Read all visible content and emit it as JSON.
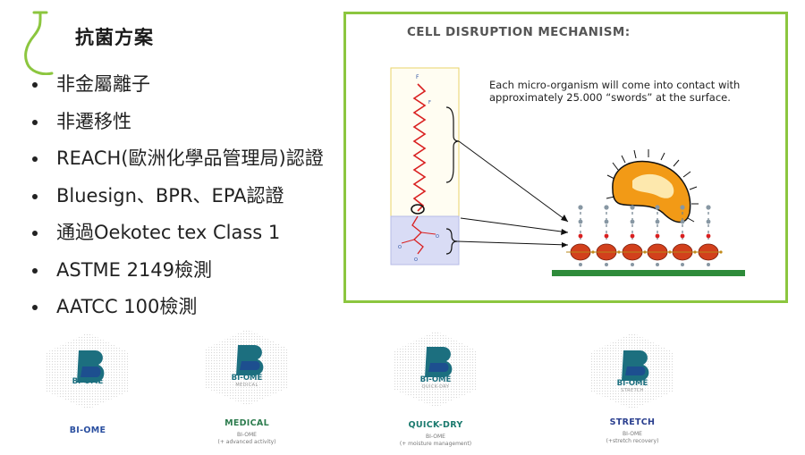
{
  "slide": {
    "title": "抗菌方案"
  },
  "bullets": [
    "非金屬離子",
    "非遷移性",
    "REACH(歐洲化學品管理局)認證",
    "Bluesign、BPR、EPA認證",
    "通過Oekotec tex Class 1",
    "ASTME 2149檢測",
    "AATCC 100檢測"
  ],
  "figure": {
    "title": "CELL DISRUPTION MECHANISM:",
    "caption": "Each micro-organism will come into contact with approximately 25.000 “swords” at the surface."
  },
  "products": [
    {
      "logo_text": "BI-OME",
      "logo_sub": "",
      "name": "BI-OME",
      "note1": "",
      "note2": ""
    },
    {
      "logo_text": "BI-OME",
      "logo_sub": "MEDICAL",
      "name": "MEDICAL",
      "note1": "BI-OME",
      "note2": "(+ advanced activity)"
    },
    {
      "logo_text": "BI-OME",
      "logo_sub": "QUICK-DRY",
      "name": "QUICK-DRY",
      "note1": "BI-OME",
      "note2": "(+ moisture management)"
    },
    {
      "logo_text": "BI-OME",
      "logo_sub": "STRETCH",
      "name": "STRETCH",
      "note1": "BI-OME",
      "note2": "(+stretch recovery)"
    }
  ],
  "colors": {
    "accent_green": "#8cc63f",
    "logo_teal": "#1c6f7f",
    "logo_blue": "#1d4f8f",
    "product_name_blue": "#2a4fa0",
    "product_name_green": "#2e7d4f",
    "product_name_teal": "#1b7a6e",
    "product_name_navy": "#2a3f8f",
    "chain_red": "#d92020",
    "bead_orange": "#d2401c",
    "surface_green": "#2e8b3a",
    "bacterium_orange": "#f29a16"
  }
}
